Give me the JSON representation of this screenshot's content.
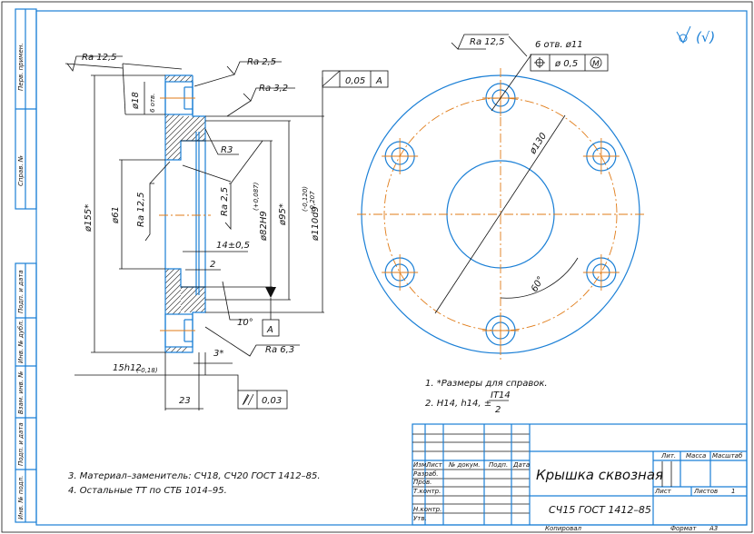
{
  "stamp_column": [
    "Перв. примен.",
    "Справ. №",
    "Подп. и дата",
    "Инв. № дубл.",
    "Взам. инв. №",
    "Подп. и дата",
    "Инв. № подл."
  ],
  "section_view": {
    "roughness": [
      "Ra 12,5",
      "Ra 2,5",
      "Ra 3,2",
      "Ra 12,5",
      "Ra 2,5",
      "Ra 6,3"
    ],
    "dims": {
      "d18": "ø18",
      "holes": "6 отв.",
      "d155": "ø155*",
      "d61": "ø61",
      "r3": "R3",
      "len14": "14±0,5",
      "d82": "ø82H9",
      "d82_tol": "(+0,087)",
      "d95": "ø95*",
      "d110": "ø110d9",
      "d110_tol_up": "(-0,120)",
      "d110_tol_low": "-0,207",
      "two": "2",
      "angle10": "10°",
      "three": "3*",
      "len15": "15h12",
      "len15_tol": "(-0,18)",
      "len23": "23"
    },
    "runout_tol": {
      "value": "0,05",
      "datum": "A"
    },
    "parallel_tol": {
      "value": "0,03"
    },
    "datum_label": "A"
  },
  "plan_view": {
    "roughness": "Ra 12,5",
    "holes_label": "6 отв. ø11",
    "position_tol": {
      "value": "ø 0,5",
      "modifier": "M"
    },
    "d130": "ø130",
    "angle60": "60°",
    "general_roughness": "(√)"
  },
  "notes_right": {
    "n1": "1.  *Размеры для справок.",
    "n2": "2.  H14, h14, ±",
    "n2_num": "IT14",
    "n2_den": "2"
  },
  "notes_left": {
    "n3": "3.  Материал–заменитель: СЧ18, СЧ20 ГОСТ 1412–85.",
    "n4": "4.  Остальные ТТ по СТБ 1014–95."
  },
  "title_block": {
    "headers": [
      "Изм.",
      "Лист",
      "№ докум.",
      "Подп.",
      "Дата"
    ],
    "rows": [
      "Разраб.",
      "Пров.",
      "Т.контр.",
      "Н.контр.",
      "Утв."
    ],
    "title": "Крышка сквозная",
    "material": "СЧ15 ГОСТ 1412–85",
    "lit": "Лит.",
    "mass": "Масса",
    "scale": "Масштаб",
    "sheet": "Лист",
    "sheets": "Листов",
    "sheets_count": "1",
    "copied": "Копировал",
    "format": "Формат",
    "format_value": "A3"
  }
}
